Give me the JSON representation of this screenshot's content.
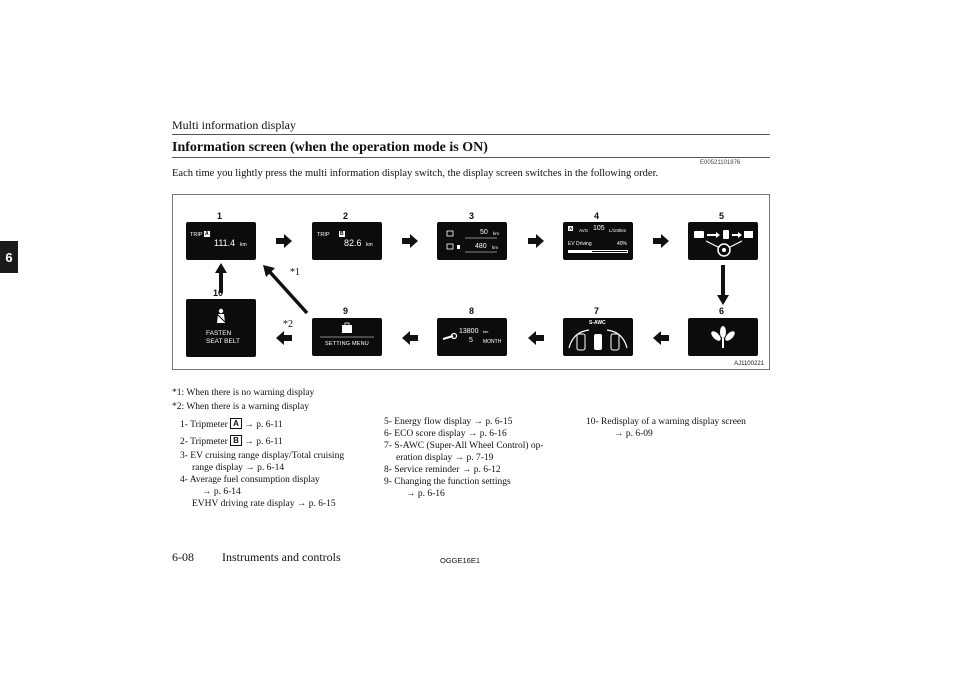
{
  "header": {
    "section": "Multi information display"
  },
  "title": "Information screen (when the operation mode is ON)",
  "doc_code": "E00521101876",
  "intro": "Each time you lightly press the multi information display switch, the display screen switches in the following order.",
  "chapter_tab": "6",
  "figure": {
    "id": "AJ1100221",
    "labels": [
      "1",
      "2",
      "3",
      "4",
      "5",
      "6",
      "7",
      "8",
      "9",
      "10"
    ],
    "star1": "*1",
    "star2": "*2",
    "s1": {
      "label": "TRIP",
      "tag": "A",
      "value": "111.4",
      "unit": "km"
    },
    "s2": {
      "label": "TRIP",
      "tag": "B",
      "value": "82.6",
      "unit": "km"
    },
    "s3": {
      "v1": "50",
      "u1": "km",
      "v2": "480",
      "u2": "km"
    },
    "s4": {
      "tag": "A",
      "avg": "AVG",
      "value": "105",
      "unit": "L/100km",
      "ev": "EV Driving",
      "pct": "40%"
    },
    "s7": {
      "label": "S-AWC"
    },
    "s8": {
      "km": "13800",
      "kmu": "km",
      "month": "5",
      "monthu": "MONTH"
    },
    "s9": {
      "label": "SETTING MENU"
    },
    "s10": {
      "l1": "FASTEN",
      "l2": "SEAT BELT"
    }
  },
  "notes": {
    "n1_mark": "*1",
    "n1": ": When there is no warning display",
    "n2_mark": "*2",
    "n2": ": When there is a warning display"
  },
  "list_col1": {
    "i1_num": "1-",
    "i1_text": "Tripmeter",
    "i1_tag": "A",
    "i1_ref": " → p. 6-11",
    "i2_num": "2-",
    "i2_text": "Tripmeter",
    "i2_tag": "B",
    "i2_ref": " → p. 6-11",
    "i3_num": "3-",
    "i3_l1": "EV cruising range display/Total cruising",
    "i3_l2": "range display → p. 6-14",
    "i4_num": "4-",
    "i4_l1": "Average fuel consumption display",
    "i4_l2": "→ p. 6-14",
    "i4_l3": "EVHV driving rate display → p. 6-15"
  },
  "list_col2": {
    "i5": "5- Energy flow display → p. 6-15",
    "i6": "6- ECO score display → p. 6-16",
    "i7_l1": "7- S-AWC (Super-All Wheel Control) op-",
    "i7_l2": "eration display → p. 7-19",
    "i8": "8- Service reminder → p. 6-12",
    "i9_l1": "9- Changing the function settings",
    "i9_l2": "→ p. 6-16"
  },
  "list_col3": {
    "i10_l1": "10- Redisplay of a warning display screen",
    "i10_l2": "→ p. 6-09"
  },
  "footer": {
    "page": "6-08",
    "section": "Instruments and controls",
    "code": "OGGE16E1"
  }
}
